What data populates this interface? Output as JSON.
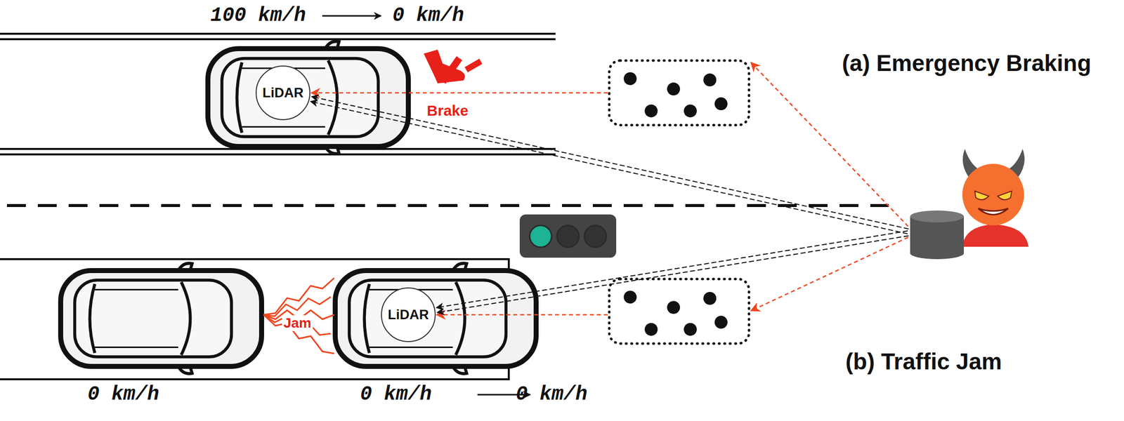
{
  "diagram": {
    "nodes": [
      {
        "text": [
          "LiDAR"
        ]
      },
      {
        "text": [
          "LiDAR"
        ]
      }
    ],
    "labels": [
      "100 km/h",
      "0 km/h",
      "Brake",
      "(a) Emergency Braking",
      "Jam",
      "(b) Traffic Jam",
      "0 km/h",
      "0 km/h",
      "0 km/h"
    ]
  }
}
